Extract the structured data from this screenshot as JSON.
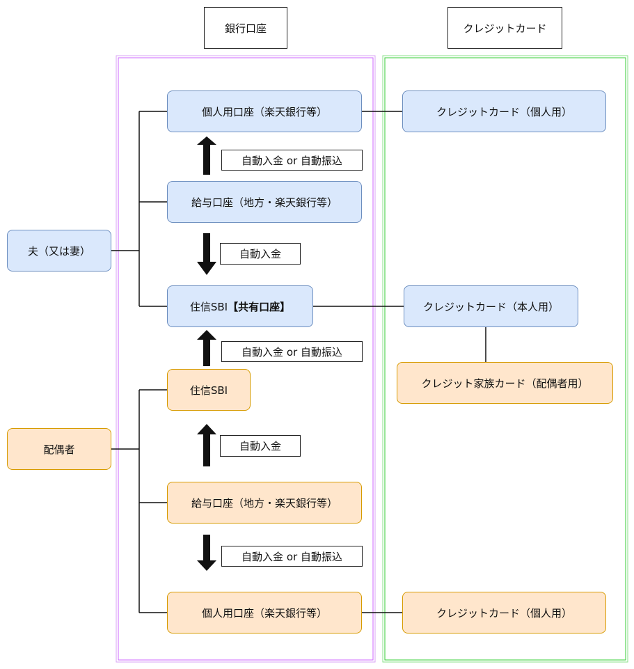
{
  "headers": {
    "bank": "銀行口座",
    "card": "クレジットカード"
  },
  "people": {
    "husband": "夫（又は妻）",
    "spouse": "配偶者"
  },
  "husband_accounts": {
    "personal": "個人用口座（楽天銀行等）",
    "salary": "給与口座（地方・楽天銀行等）",
    "joint_prefix": "住信SBI",
    "joint_suffix": "【共有口座】"
  },
  "spouse_accounts": {
    "sbi": "住信SBI",
    "salary": "給与口座（地方・楽天銀行等）",
    "personal": "個人用口座（楽天銀行等）"
  },
  "transfers": {
    "auto_deposit_or_transfer": "自動入金 or 自動振込",
    "auto_deposit": "自動入金"
  },
  "cards": {
    "husband_personal": "クレジットカード（個人用）",
    "husband_main": "クレジットカード（本人用）",
    "family": "クレジット家族カード（配偶者用）",
    "spouse_personal": "クレジットカード（個人用）"
  },
  "colors": {
    "husband_fill": "#dae8fc",
    "husband_stroke": "#6c8ebf",
    "spouse_fill": "#ffe6cc",
    "spouse_stroke": "#d79b00",
    "bank_frame": "#cc66ff",
    "card_frame": "#33cc33"
  }
}
